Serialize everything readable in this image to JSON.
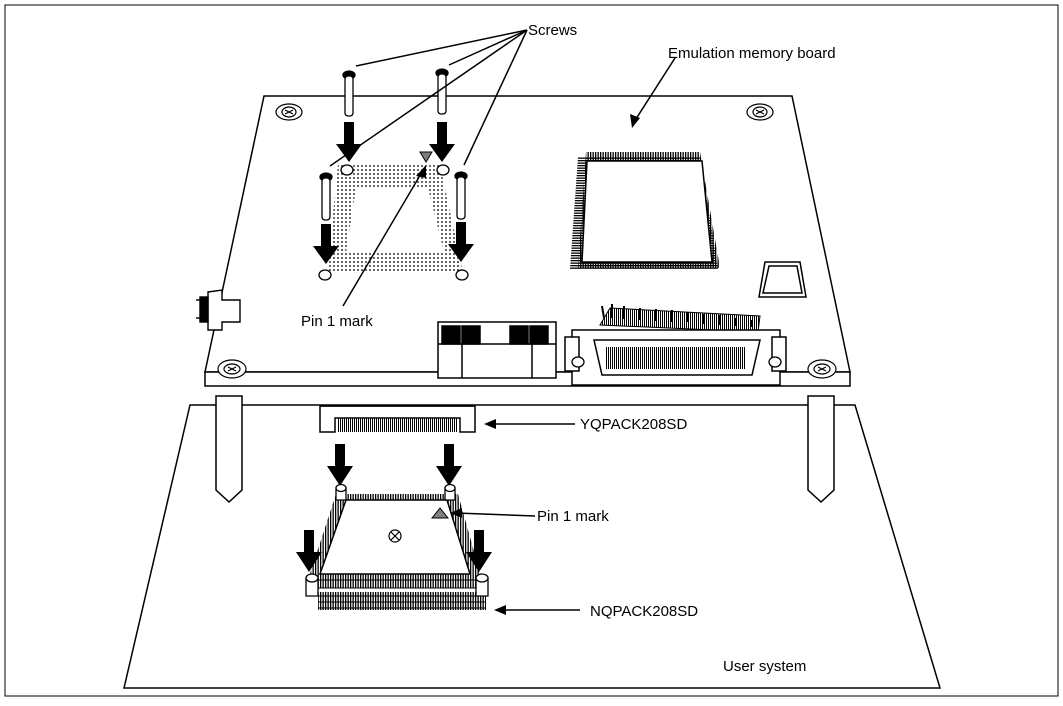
{
  "labels": {
    "screws": "Screws",
    "emulation_memory_board": "Emulation memory board",
    "pin1_mark_top": "Pin 1 mark",
    "yqpack": "YQPACK208SD",
    "pin1_mark_bottom": "Pin 1 mark",
    "nqpack": "NQPACK208SD",
    "user_system": "User system"
  },
  "colors": {
    "line": "#000000",
    "background": "#ffffff",
    "pin_mark": "#7f7f7f",
    "lead_gray": "#555555"
  }
}
